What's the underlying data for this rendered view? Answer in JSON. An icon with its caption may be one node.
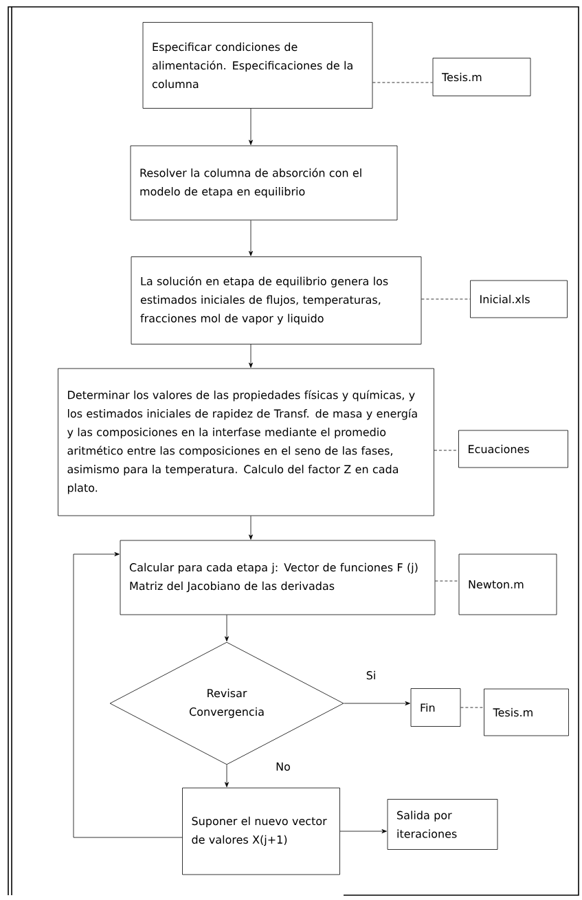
{
  "diagram": {
    "nodes": [
      {
        "text": [
          "Especificar condiciones de alimentación. Especificaciones de la columna"
        ]
      },
      {
        "text": [
          "Tesis.m"
        ]
      },
      {
        "text": [
          "Resolver la columna de absorción con el modelo de etapa en equilibrio"
        ]
      },
      {
        "text": [
          "La solución en etapa de equilibrio genera los estimados iniciales de flujos, temperaturas, fracciones mol de vapor y liquido"
        ]
      },
      {
        "text": [
          "Inicial.xls"
        ]
      },
      {
        "text": [
          "Determinar los valores de las propiedades físicas y químicas, y los estimados iniciales de rapidez de Transf. de masa y energía y las composiciones en la interfase mediante el promedio aritmético entre las composiciones en el seno de las fases, asimismo para la temperatura. Calculo del factor Z en cada plato."
        ]
      },
      {
        "text": [
          "Ecuaciones"
        ]
      },
      {
        "text": [
          "Calcular para cada etapa j: Vector de funciones F (j) Matriz del Jacobiano de las derivadas"
        ]
      },
      {
        "text": [
          "Newton.m"
        ]
      },
      {
        "text": [
          "Revisar Convergencia"
        ]
      },
      {
        "text": [
          "Fin"
        ]
      },
      {
        "text": [
          "Tesis.m"
        ]
      },
      {
        "text": [
          "Suponer el nuevo vector de valores X(j+1)"
        ]
      },
      {
        "text": [
          "Salida por iteraciones"
        ]
      }
    ],
    "edges": [
      {
        "from": 0,
        "to": 2,
        "arrow": "to"
      },
      {
        "from": 0,
        "to": 1,
        "arrow": "none",
        "style": "dashed"
      },
      {
        "from": 2,
        "to": 3,
        "arrow": "to"
      },
      {
        "from": 3,
        "to": 4,
        "arrow": "none",
        "style": "dashed"
      },
      {
        "from": 3,
        "to": 5,
        "arrow": "to"
      },
      {
        "from": 5,
        "to": 6,
        "arrow": "none",
        "style": "dashed"
      },
      {
        "from": 5,
        "to": 7,
        "arrow": "to"
      },
      {
        "from": 7,
        "to": 8,
        "arrow": "none",
        "style": "dashed"
      },
      {
        "from": 7,
        "to": 9,
        "arrow": "to"
      },
      {
        "from": 9,
        "to": 10,
        "arrow": "to",
        "label": "Si"
      },
      {
        "from": 10,
        "to": 11,
        "arrow": "none",
        "style": "dashed"
      },
      {
        "from": 9,
        "to": 12,
        "arrow": "to",
        "label": "No"
      },
      {
        "from": 12,
        "to": 13,
        "arrow": "to"
      },
      {
        "from": 12,
        "to": 7,
        "arrow": "to"
      }
    ]
  }
}
